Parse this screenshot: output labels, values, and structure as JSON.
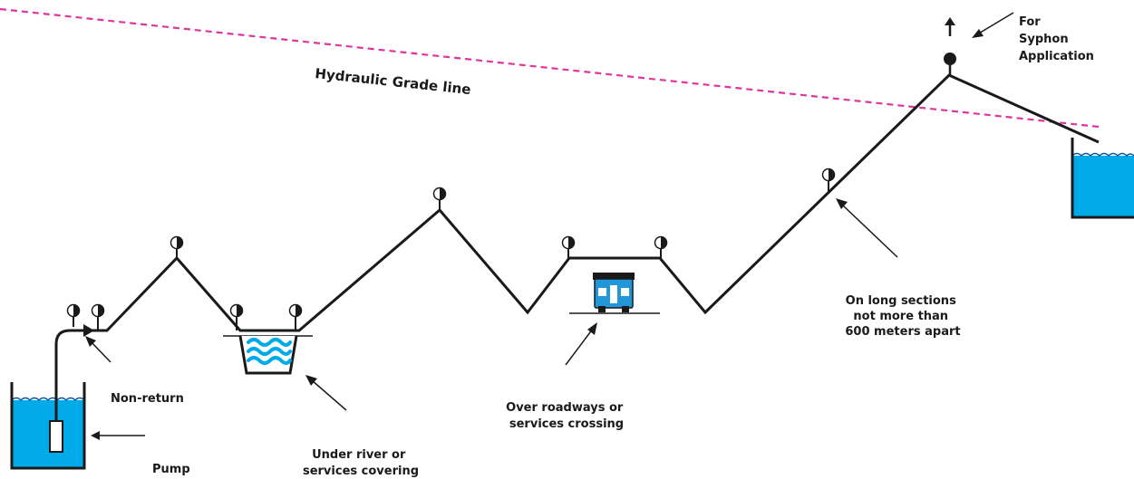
{
  "labels": {
    "hydraulic_grade_line": "Hydraulic Grade line",
    "syphon": [
      "For",
      "Syphon",
      "Application"
    ],
    "non_return": "Non-return",
    "pump": "Pump",
    "river": [
      "Under river or",
      "services covering"
    ],
    "roadway": [
      "Over roadways or",
      "services crossing"
    ],
    "long_sections": [
      "On long sections",
      "not more than",
      "600 meters apart"
    ]
  },
  "colors": {
    "water": "#00a9e8",
    "water_dark": "#0057a8",
    "grade_line": "#e0359f",
    "pipe": "#1a1a1a",
    "vehicle": "#2196d9"
  },
  "icons": {
    "air_valve": "half-filled-circle-icon",
    "syphon_valve": "filled-circle-icon",
    "pump": "pump-icon",
    "vehicle": "bus-icon",
    "river": "waves-icon"
  }
}
